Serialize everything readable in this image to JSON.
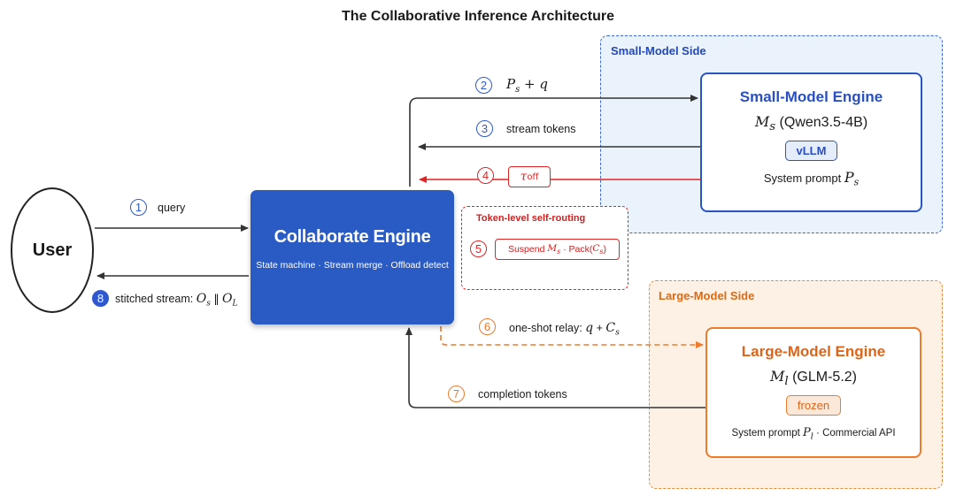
{
  "title": "The Collaborative Inference Architecture",
  "regions": {
    "small_side": "Small-Model Side",
    "large_side": "Large-Model Side"
  },
  "user": {
    "label": "User"
  },
  "collaborate_engine": {
    "title": "Collaborate Engine",
    "subtitle": "State machine · Stream merge · Offload detect"
  },
  "small_engine": {
    "title": "Small-Model Engine",
    "model_symbol": "M",
    "model_sub": "s",
    "model_name": "(Qwen3.5-4B)",
    "runtime": "vLLM",
    "prompt_label": "System prompt",
    "prompt_symbol": "P",
    "prompt_sub": "s"
  },
  "large_engine": {
    "title": "Large-Model Engine",
    "model_symbol": "M",
    "model_sub": "l",
    "model_name": "(GLM-5.2)",
    "status": "frozen",
    "prompt_label": "System prompt",
    "prompt_symbol": "P",
    "prompt_sub": "l",
    "api_label": "Commercial API"
  },
  "steps": [
    {
      "num": "1",
      "label": "query"
    },
    {
      "num": "2",
      "label": "P_s + q"
    },
    {
      "num": "3",
      "label": "stream tokens"
    },
    {
      "num": "4",
      "label": "τ_off"
    },
    {
      "num": "5",
      "label": "Suspend M_s · Pack(C_s)"
    },
    {
      "num": "6",
      "label": "one-shot relay:"
    },
    {
      "num": "7",
      "label": "completion tokens"
    },
    {
      "num": "8",
      "label": "stitched stream:"
    }
  ],
  "routing": {
    "title": "Token-level self-routing"
  },
  "colors": {
    "blue": "#2a5bc4",
    "red": "#e02424",
    "orange": "#ee7a2a",
    "dark": "#333333",
    "small_bg": "#eaf2fb",
    "large_bg": "#fdf1e6"
  }
}
